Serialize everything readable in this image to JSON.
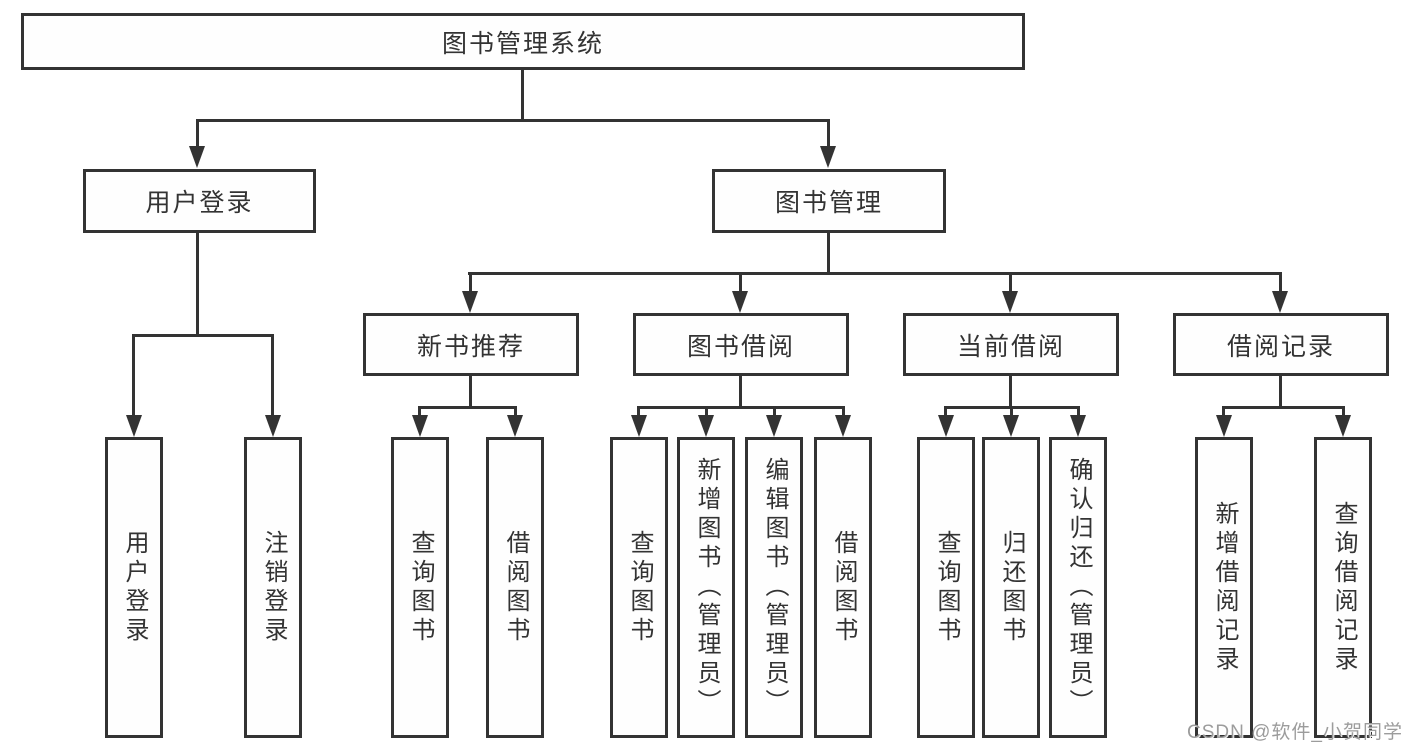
{
  "diagram_title": "图书管理系统",
  "nodes": {
    "root": "图书管理系统",
    "user_login": "用户登录",
    "book_mgmt": "图书管理",
    "new_book_rec": "新书推荐",
    "book_borrow": "图书借阅",
    "current_borrow": "当前借阅",
    "borrow_record": "借阅记录",
    "leaf_user_login": "用户登录",
    "leaf_logout": "注销登录",
    "leaf_nb_query": "查询图书",
    "leaf_nb_borrow": "借阅图书",
    "leaf_bb_query": "查询图书",
    "leaf_bb_add": "新增图书（管理员）",
    "leaf_bb_edit": "编辑图书（管理员）",
    "leaf_bb_borrow": "借阅图书",
    "leaf_cb_query": "查询图书",
    "leaf_cb_return": "归还图书",
    "leaf_cb_confirm": "确认归还（管理员）",
    "leaf_br_add": "新增借阅记录",
    "leaf_br_query": "查询借阅记录"
  },
  "hierarchy": {
    "图书管理系统": {
      "用户登录": [
        "用户登录",
        "注销登录"
      ],
      "图书管理": {
        "新书推荐": [
          "查询图书",
          "借阅图书"
        ],
        "图书借阅": [
          "查询图书",
          "新增图书（管理员）",
          "编辑图书（管理员）",
          "借阅图书"
        ],
        "当前借阅": [
          "查询图书",
          "归还图书",
          "确认归还（管理员）"
        ],
        "借阅记录": [
          "新增借阅记录",
          "查询借阅记录"
        ]
      }
    }
  },
  "watermark": "CSDN @软件_小贺同学",
  "colors": {
    "line": "#333333",
    "box_background": "#fefefe",
    "text": "#333333",
    "watermark": "#9c9c9c",
    "page_background": "#ffffff"
  }
}
